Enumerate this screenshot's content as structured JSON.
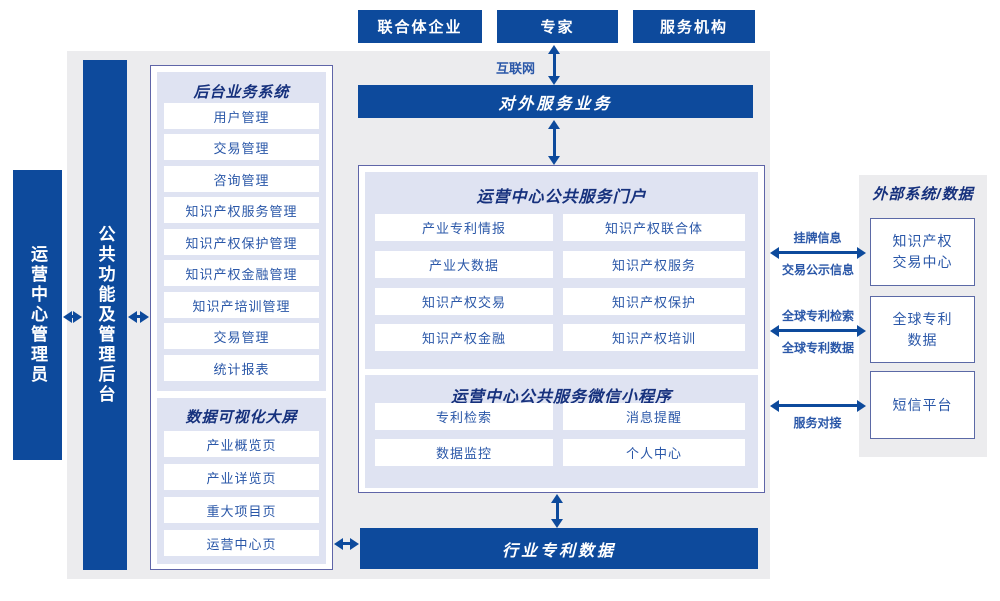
{
  "palette": {
    "dark_blue": "#0d4a9c",
    "item_text_blue": "#2a57a8",
    "header_navy": "#16317d",
    "panel_lavender": "#dfe3f2",
    "container_border": "#5f65a8",
    "background_gray": "#ececee"
  },
  "top_actors": {
    "items": [
      "联合体企业",
      "专家",
      "服务机构"
    ]
  },
  "internet": {
    "label": "互联网"
  },
  "external_service_bar": {
    "label": "对外服务业务"
  },
  "admin_rail": {
    "label": "运营中心管理员"
  },
  "backend_rail": {
    "label": "公共功能及管理后台"
  },
  "backend_system": {
    "title": "后台业务系统",
    "items": [
      "用户管理",
      "交易管理",
      "咨询管理",
      "知识产权服务管理",
      "知识产权保护管理",
      "知识产权金融管理",
      "知识产培训管理",
      "交易管理",
      "统计报表"
    ]
  },
  "data_viz": {
    "title": "数据可视化大屏",
    "items": [
      "产业概览页",
      "产业详览页",
      "重大项目页",
      "运营中心页"
    ]
  },
  "portal": {
    "title": "运营中心公共服务门户",
    "items": [
      "产业专利情报",
      "知识产权联合体",
      "产业大数据",
      "知识产权服务",
      "知识产权交易",
      "知识产权保护",
      "知识产权金融",
      "知识产权培训"
    ]
  },
  "miniprogram": {
    "title": "运营中心公共服务微信小程序",
    "items": [
      "专利检索",
      "消息提醒",
      "数据监控",
      "个人中心"
    ]
  },
  "industry_patent_bar": {
    "label": "行业专利数据"
  },
  "external_panel": {
    "title": "外部系统/数据",
    "boxes": [
      "知识产权\n交易中心",
      "全球专利\n数据",
      "短信平台"
    ]
  },
  "link_labels": {
    "listing_info": "挂牌信息",
    "trade_publicity": "交易公示信息",
    "global_patent_search": "全球专利检索",
    "global_patent_data": "全球专利数据",
    "service_connect": "服务对接"
  }
}
